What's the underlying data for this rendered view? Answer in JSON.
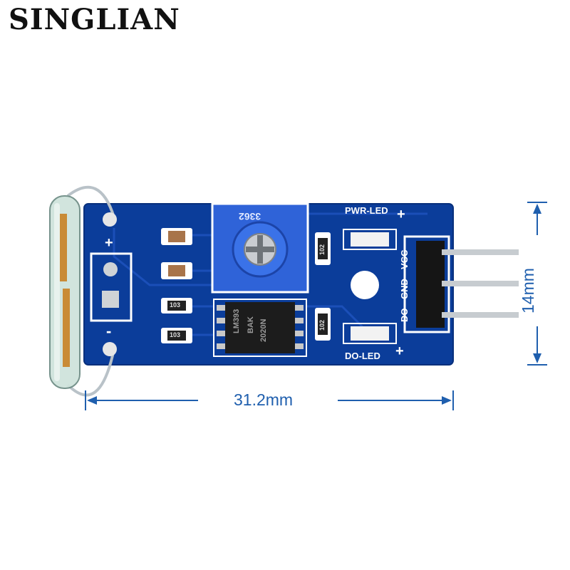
{
  "brand": "SINGLIAN",
  "dimensions": {
    "width_label": "31.2mm",
    "height_label": "14mm"
  },
  "board": {
    "pwr_led_label": "PWR-LED",
    "do_led_label": "DO-LED",
    "pin_labels": [
      "DO",
      "GND",
      "VCC"
    ],
    "plus_sign": "+",
    "minus_sign": "-",
    "chip_marking": [
      "LM393",
      "BAK",
      "2020N"
    ],
    "pot_marking": "3362",
    "resistor_markings": [
      "103",
      "103",
      "102",
      "102"
    ],
    "colors": {
      "pcb": "#0b3d9a",
      "pot": "#2f63d8",
      "dimension": "#1f5fae"
    }
  }
}
